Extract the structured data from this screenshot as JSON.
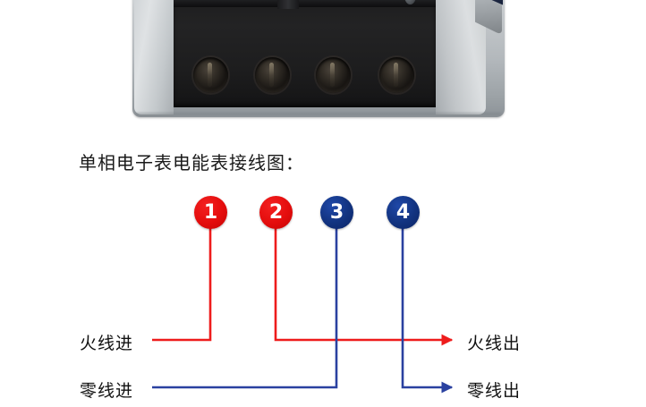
{
  "photo": {
    "alt_name": "single-phase-meter-terminal-block-photo",
    "terminal_count": 4,
    "terminals": [
      "terminal-1",
      "terminal-2",
      "terminal-3",
      "terminal-4"
    ]
  },
  "title": "单相电子表电能表接线图：",
  "diagram": {
    "terminals": [
      {
        "number": "1",
        "color_name": "red",
        "hex": "#e40d0d"
      },
      {
        "number": "2",
        "color_name": "red",
        "hex": "#e40d0d"
      },
      {
        "number": "3",
        "color_name": "blue",
        "hex": "#12337f"
      },
      {
        "number": "4",
        "color_name": "blue",
        "hex": "#12337f"
      }
    ],
    "labels": {
      "live_in": "火线进",
      "neutral_in": "零线进",
      "live_out": "火线出",
      "neutral_out": "零线出"
    },
    "wires": [
      {
        "name": "live-in-wire",
        "from": "火线进",
        "to_terminal": "1",
        "hex": "#ee1c1c"
      },
      {
        "name": "live-out-wire",
        "from": "terminal 2",
        "to": "火线出",
        "hex": "#ee1c1c"
      },
      {
        "name": "neutral-in-wire",
        "from": "零线进",
        "to_terminal": "3",
        "hex": "#2a41a0"
      },
      {
        "name": "neutral-out-wire",
        "from": "terminal 4",
        "to": "零线出",
        "hex": "#2a41a0"
      }
    ],
    "colors": {
      "live": "#ee1c1c",
      "neutral": "#2a41a0",
      "text": "#111111",
      "background": "#ffffff"
    }
  }
}
